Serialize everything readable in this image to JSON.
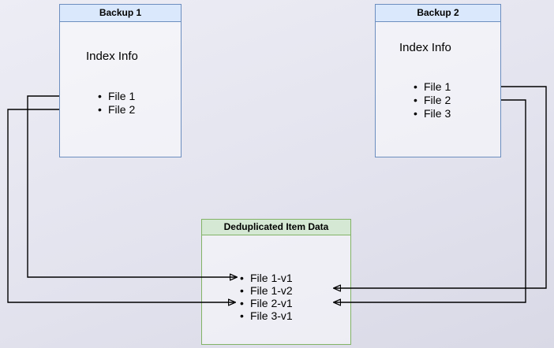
{
  "colors": {
    "backup_box_fill": "#dae8fc",
    "backup_box_border": "#6c8ebf",
    "dedup_box_fill": "#d5e8d4",
    "dedup_box_border": "#82b366",
    "arrow": "#000000"
  },
  "backup1": {
    "title": "Backup 1",
    "index_label": "Index Info",
    "files": [
      "File 1",
      "File 2"
    ]
  },
  "backup2": {
    "title": "Backup 2",
    "index_label": "Index Info",
    "files": [
      "File 1",
      "File 2",
      "File 3"
    ]
  },
  "dedup": {
    "title": "Deduplicated Item Data",
    "items": [
      "File 1-v1",
      "File 1-v2",
      "File 2-v1",
      "File 3-v1"
    ]
  },
  "connections": [
    {
      "from": "Backup 1 / File 1",
      "to": "File 1-v1"
    },
    {
      "from": "Backup 1 / File 2",
      "to": "File 2-v1"
    },
    {
      "from": "Backup 2 / File 1",
      "to": "File 1-v2"
    },
    {
      "from": "Backup 2 / File 2",
      "to": "File 2-v1"
    }
  ]
}
